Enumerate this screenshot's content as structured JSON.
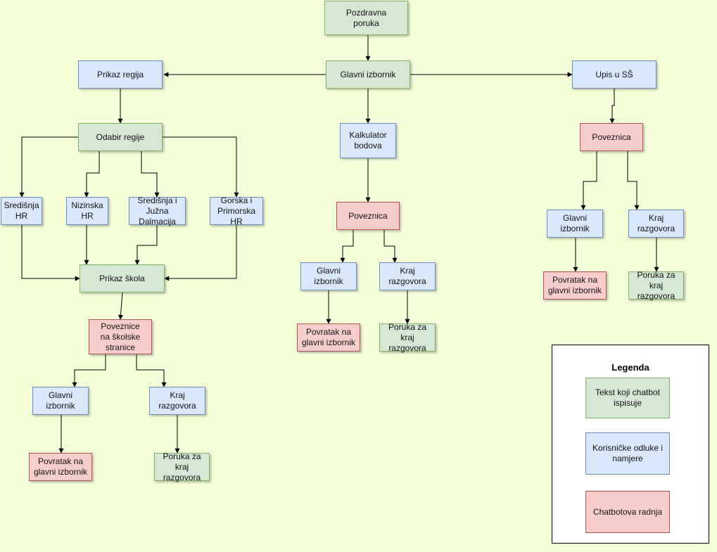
{
  "nodes": {
    "pozdravna": "Pozdravna\nporuka",
    "glavni": "Glavni izbornik",
    "prikaz_regija": "Prikaz regija",
    "upis": "Upis u SŠ",
    "odabir_regije": "Odabir regije",
    "kalkulator": "Kalkulator\nbodova",
    "poveznica_upis": "Poveznica",
    "sredisnja": "Središnja\nHR",
    "nizinska": "Nizinska\nHR",
    "juzna": "Središnja i\nJužna\nDalmacija",
    "gorska": "Gorska i\nPrimorska\nHR",
    "poveznica_kalk": "Poveznica",
    "glavni_upis": "Glavni\nizbornik",
    "kraj_upis": "Kraj\nrazgovora",
    "prikaz_skola": "Prikaz škola",
    "glavni_kalk": "Glavni\nizbornik",
    "kraj_kalk": "Kraj\nrazgovora",
    "povratak_upis": "Povratak na\nglavni izbornik",
    "poruka_upis": "Poruka za kraj\nrazgovora",
    "poveznice_skole": "Poveznice\nna školske\nstranice",
    "povratak_kalk": "Povratak na\nglavni izbornik",
    "poruka_kalk": "Poruka za kraj\nrazgovora",
    "glavni_skole": "Glavni\nizbornik",
    "kraj_skole": "Kraj\nrazgovora",
    "povratak_skole": "Povratak na\nglavni izbornik",
    "poruka_skole": "Poruka za kraj\nrazgovora"
  },
  "legend": {
    "title": "Legenda",
    "green": "Tekst koji chatbot\nispisuje",
    "blue": "Korisničke odluke i\nnamjere",
    "red": "Chatbotova radnja"
  },
  "colors": {
    "background": "#f4fed9",
    "green_fill": "#d5e8d4",
    "green_stroke": "#82b366",
    "blue_fill": "#dae8fc",
    "blue_stroke": "#6c8ebf",
    "red_fill": "#f8cecc",
    "red_stroke": "#b85450",
    "edge": "#000000"
  }
}
